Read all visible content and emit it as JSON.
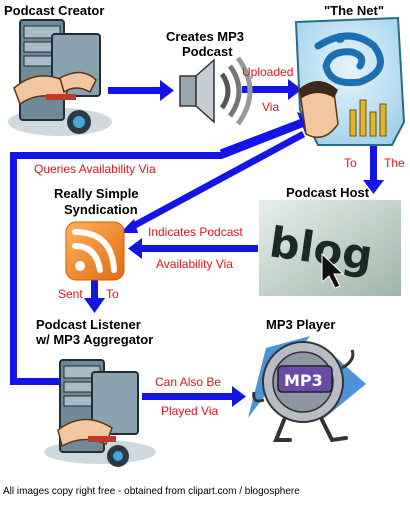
{
  "nodes": {
    "creator": "Podcast Creator",
    "mp3_line1": "Creates MP3",
    "mp3_line2": "Podcast",
    "net": "\"The Net\"",
    "rss_line1": "Really Simple",
    "rss_line2": "Syndication",
    "host": "Podcast Host",
    "listener_line1": "Podcast Listener",
    "listener_line2": "w/ MP3 Aggregator",
    "player": "MP3 Player"
  },
  "edges": {
    "uploaded": "Uploaded",
    "via": "Via",
    "to": "To",
    "the": "The",
    "queries": "Queries Availability Via",
    "indicates": "Indicates Podcast",
    "availability": "Availability Via",
    "sent": "Sent",
    "to2": "To",
    "can_also_be": "Can Also Be",
    "played_via": "Played Via"
  },
  "images": {
    "blog_word": "blog",
    "mp3_word": "MP3"
  },
  "footer": "All images copy right free - obtained from clipart.com / blogosphere",
  "colors": {
    "arrow": "#1414e6",
    "edge_text": "#e0141e",
    "rss_orange": "#f08a24"
  }
}
